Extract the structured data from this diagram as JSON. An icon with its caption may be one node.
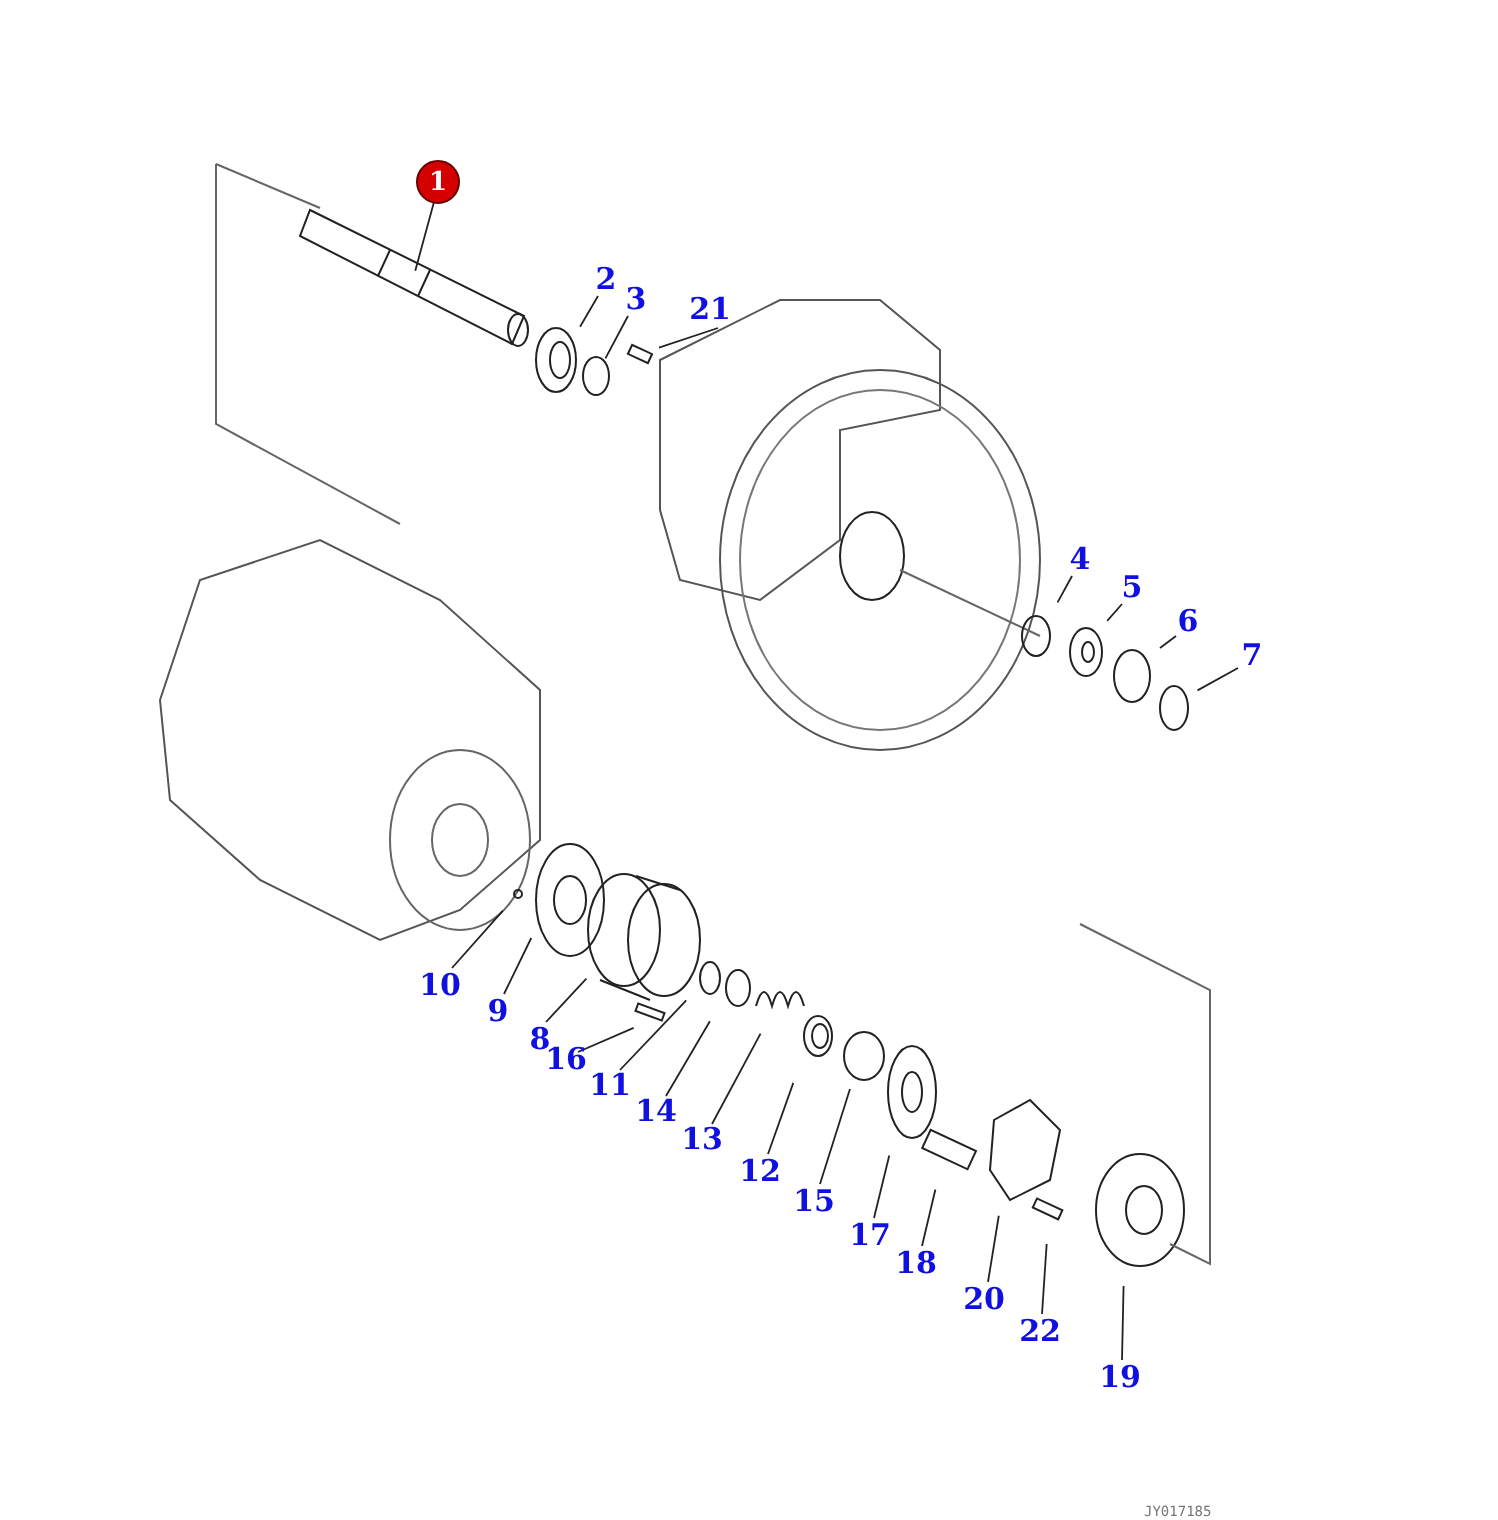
{
  "diagram": {
    "nodes": [
      {
        "text": [
          "1"
        ]
      },
      {
        "text": [
          "2"
        ]
      },
      {
        "text": [
          "3"
        ]
      },
      {
        "text": [
          "21"
        ]
      },
      {
        "text": [
          "4"
        ]
      },
      {
        "text": [
          "5"
        ]
      },
      {
        "text": [
          "6"
        ]
      },
      {
        "text": [
          "7"
        ]
      },
      {
        "text": [
          "10"
        ]
      },
      {
        "text": [
          "9"
        ]
      },
      {
        "text": [
          "8"
        ]
      },
      {
        "text": [
          "16"
        ]
      },
      {
        "text": [
          "11"
        ]
      },
      {
        "text": [
          "14"
        ]
      },
      {
        "text": [
          "13"
        ]
      },
      {
        "text": [
          "12"
        ]
      },
      {
        "text": [
          "15"
        ]
      },
      {
        "text": [
          "17"
        ]
      },
      {
        "text": [
          "18"
        ]
      },
      {
        "text": [
          "20"
        ]
      },
      {
        "text": [
          "22"
        ]
      },
      {
        "text": [
          "19"
        ]
      },
      {
        "text": [],
        "shape": "circle"
      },
      {
        "text": [],
        "shape": "bar"
      }
    ],
    "edges": [
      {
        "from": 0,
        "to": null,
        "arrow": "none"
      },
      {
        "from": 1,
        "to": null,
        "arrow": "none"
      },
      {
        "from": 2,
        "to": 22,
        "arrow": "none"
      },
      {
        "from": 3,
        "to": 23,
        "arrow": "none"
      },
      {
        "from": 4,
        "to": null,
        "arrow": "none"
      },
      {
        "from": 5,
        "to": null,
        "arrow": "none"
      },
      {
        "from": 6,
        "to": null,
        "arrow": "none"
      },
      {
        "from": 7,
        "to": null,
        "arrow": "none"
      },
      {
        "from": 8,
        "to": null,
        "arrow": "none"
      },
      {
        "from": 9,
        "to": null,
        "arrow": "none"
      },
      {
        "from": 10,
        "to": null,
        "arrow": "none"
      },
      {
        "from": 11,
        "to": null,
        "arrow": "none"
      },
      {
        "from": 12,
        "to": null,
        "arrow": "none"
      },
      {
        "from": 13,
        "to": null,
        "arrow": "none"
      },
      {
        "from": 14,
        "to": null,
        "arrow": "none"
      },
      {
        "from": 15,
        "to": null,
        "arrow": "none"
      },
      {
        "from": 16,
        "to": null,
        "arrow": "none"
      },
      {
        "from": 17,
        "to": null,
        "arrow": "none"
      },
      {
        "from": 18,
        "to": null,
        "arrow": "none"
      },
      {
        "from": 19,
        "to": null,
        "arrow": "none"
      },
      {
        "from": 20,
        "to": null,
        "arrow": "none"
      },
      {
        "from": 21,
        "to": null,
        "arrow": "none"
      }
    ],
    "labels": [
      "JY017185"
    ]
  }
}
